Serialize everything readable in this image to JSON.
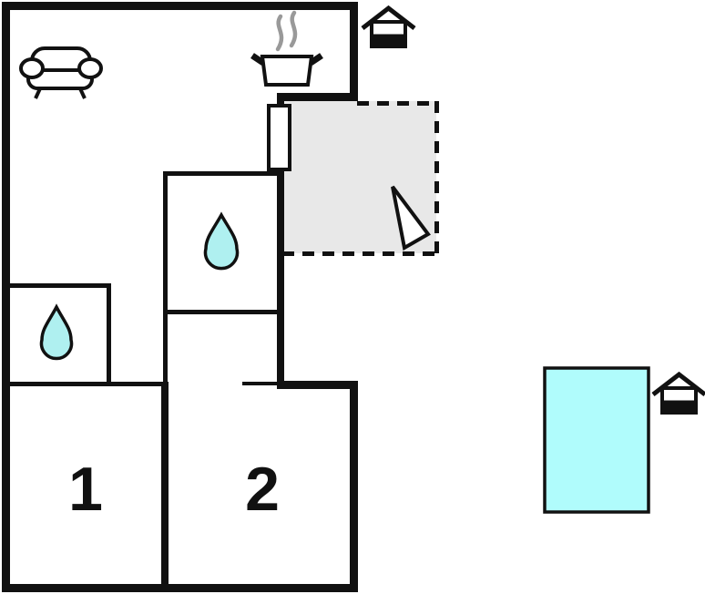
{
  "plan": {
    "type": "floor-plan",
    "rooms": [
      {
        "label": "1"
      },
      {
        "label": "2"
      }
    ],
    "colors": {
      "line": "#111111",
      "water_drop": "#aff0f0",
      "pool": "#b0fcfc",
      "terrace": "#e8e8e8",
      "steam": "#999999",
      "background": "#ffffff"
    },
    "icons": {
      "sofa": "sofa-icon (living room seating)",
      "cooking_pot": "cooking-pot-icon with steam (kitchen)",
      "water_drop_hall_bathroom": "water-drop-icon (bathroom)",
      "water_drop_left_bathroom": "water-drop-icon (bathroom)",
      "north_arrow": "north-arrow-icon (triangle on terrace)",
      "house_entrance_top": "house-entrance-icon",
      "house_entrance_pool": "house-entrance-icon",
      "pool": "swimming-pool",
      "terrace": "terrace-dashed-area"
    }
  }
}
